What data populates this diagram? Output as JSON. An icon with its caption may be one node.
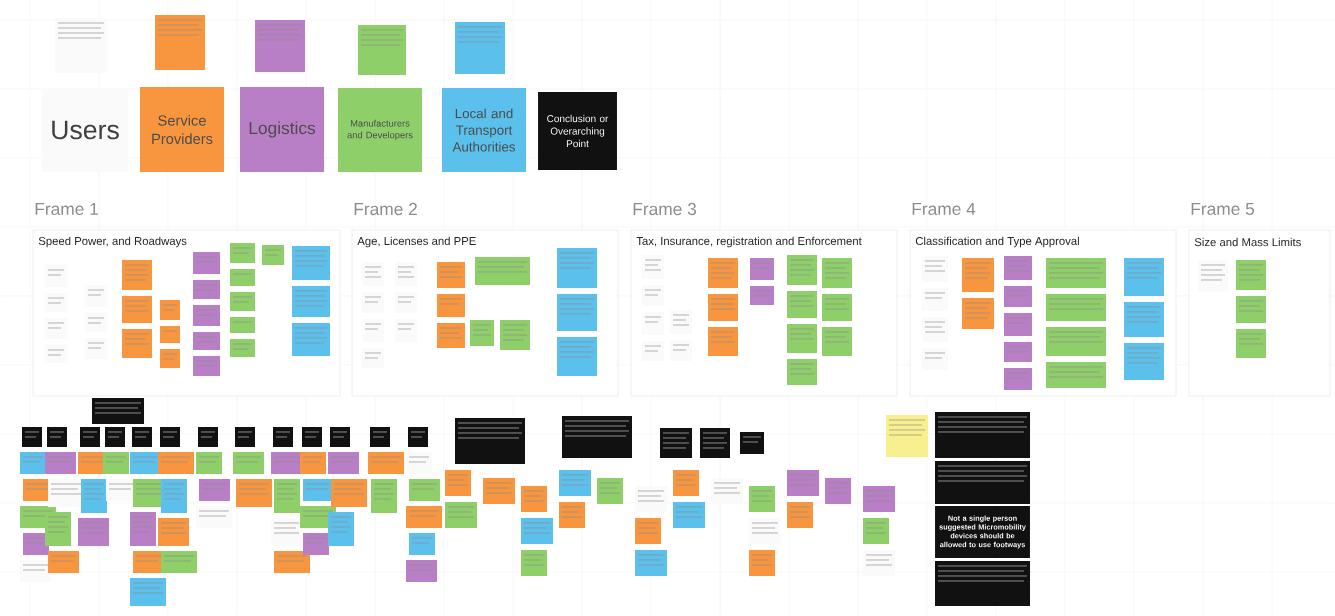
{
  "diagram": {
    "nodes": [
      {
        "text": [
          "Users"
        ]
      },
      {
        "text": [
          "Service Providers"
        ]
      },
      {
        "text": [
          "Logistics"
        ]
      },
      {
        "text": [
          "Manufacturers and Developers"
        ]
      },
      {
        "text": [
          "Local and Transport Authorities"
        ]
      },
      {
        "text": [
          "Conclusion or Overarching Point"
        ]
      },
      {
        "text": [
          "Frame 1",
          "Speed Power, and Roadways"
        ]
      },
      {
        "text": [
          "Frame 2",
          "Age, Licenses and PPE"
        ]
      },
      {
        "text": [
          "Frame 3",
          "Tax, Insurance, registration and Enforcement"
        ]
      },
      {
        "text": [
          "Frame 4",
          "Classification and Type Approval"
        ]
      },
      {
        "text": [
          "Frame 5",
          "Size and Mass Limits"
        ]
      },
      {
        "text": [
          "Not a single person suggested Micromobility devices should be allowed to use footways"
        ]
      }
    ]
  }
}
